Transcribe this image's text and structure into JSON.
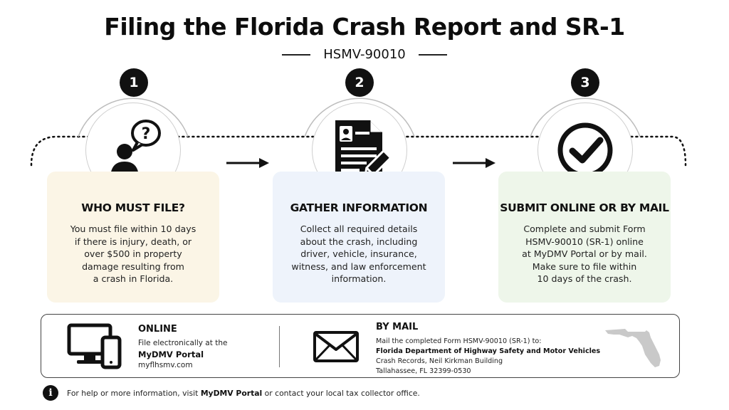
{
  "title": "Filing the Florida Crash Report and SR-1",
  "subtitle": "HSMV-90010",
  "steps": [
    {
      "number": "1",
      "icon": "person-question-icon",
      "heading": "WHO MUST FILE?",
      "body_lines": [
        "You must file within 10 days",
        "if there is injury, death, or",
        "over $500 in property",
        "damage resulting from",
        "a crash in Florida."
      ]
    },
    {
      "number": "2",
      "icon": "document-pen-icon",
      "heading": "GATHER INFORMATION",
      "body_lines": [
        "Collect all required details",
        "about the crash, including",
        "driver, vehicle, insurance,",
        "witness, and law enforcement",
        "information."
      ]
    },
    {
      "number": "3",
      "icon": "checkmark-circle-icon",
      "heading": "SUBMIT ONLINE OR BY MAIL",
      "body_lines": [
        "Complete and submit Form",
        "HSMV-90010 (SR-1) online",
        "at MyDMV Portal or by mail.",
        "Make sure to file within",
        "10 days of the crash."
      ]
    }
  ],
  "online": {
    "icon": "computer-phone-icon",
    "title": "ONLINE",
    "line1": "File electronically at the",
    "portal": "MyDMV Portal",
    "url": "myflhsmv.com"
  },
  "mail": {
    "icon": "envelope-icon",
    "title": "BY MAIL",
    "intro": "Mail the completed Form HSMV-90010 (SR-1) to:",
    "org": "Florida Department of Highway Safety and Motor Vehicles",
    "addr1": "Crash Records, Neil Kirkman Building",
    "addr2": "Tallahassee, FL 32399-0530",
    "map_icon": "florida-map-icon"
  },
  "footer": {
    "icon": "info-icon",
    "prefix": "For help or more information, visit ",
    "portal": "MyDMV Portal",
    "suffix": " or contact your local tax collector office."
  },
  "colors": {
    "card1": "#fbf5e6",
    "card2": "#eef3fb",
    "card3": "#eef6ea",
    "ink": "#111111",
    "map": "#c9c9c9"
  }
}
